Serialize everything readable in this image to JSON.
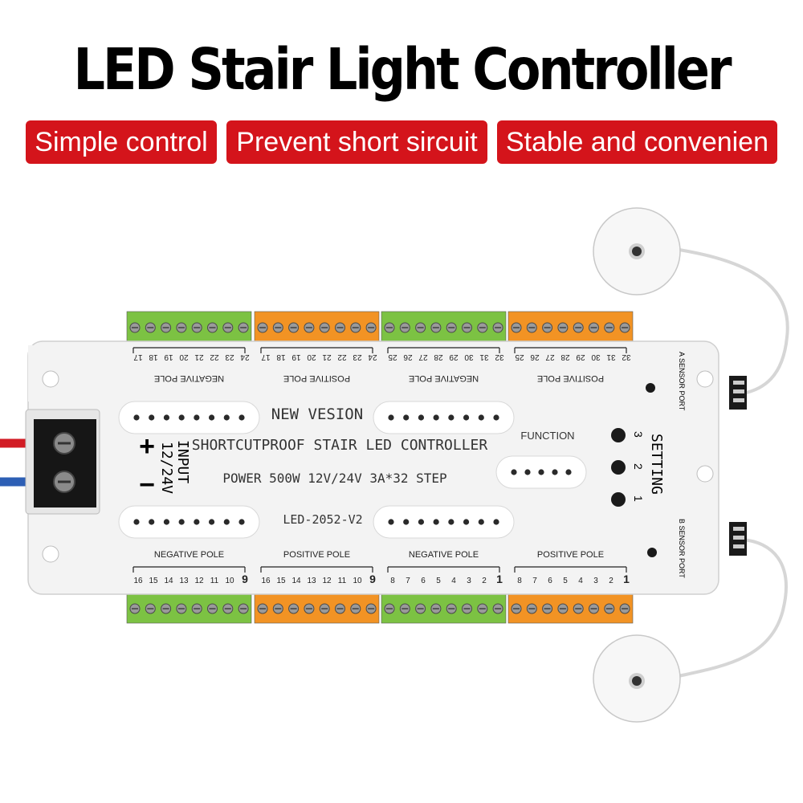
{
  "title": "LED Stair Light Controller",
  "badges": [
    "Simple control",
    "Prevent short sircuit",
    "Stable and convenien"
  ],
  "colors": {
    "badge": "#d4141b",
    "terminal_green": "#7cc243",
    "terminal_orange": "#f29324",
    "body": "#f4f4f4"
  },
  "device": {
    "new_version": "NEW VESION",
    "line1": "SHORTCUTPROOF STAIR LED CONTROLLER",
    "line2": "POWER 500W 12V/24V 3A*32 STEP",
    "model": "LED-2052-V2",
    "function": "FUNCTION",
    "setting": "SETTING",
    "btn_nums": [
      "3",
      "2",
      "1"
    ],
    "input_label": "INPUT",
    "input_voltage": "12/24V",
    "plus": "+",
    "minus": "−",
    "a_sensor": "A SENSOR PORT",
    "b_sensor": "B SENSOR PORT",
    "top_pole_labels": [
      "NEGATIVE POLE",
      "POSITIVE POLE",
      "NEGATIVE POLE",
      "POSITIVE POLE"
    ],
    "bottom_pole_labels": [
      "NEGATIVE POLE",
      "POSITIVE POLE",
      "NEGATIVE POLE",
      "POSITIVE POLE"
    ],
    "top_numbers": [
      [
        "17",
        "18",
        "19",
        "20",
        "21",
        "22",
        "23",
        "24"
      ],
      [
        "17",
        "18",
        "19",
        "20",
        "21",
        "22",
        "23",
        "24"
      ],
      [
        "25",
        "26",
        "27",
        "28",
        "29",
        "30",
        "31",
        "32"
      ],
      [
        "25",
        "26",
        "27",
        "28",
        "29",
        "30",
        "31",
        "32"
      ]
    ],
    "bottom_numbers": [
      [
        "16",
        "15",
        "14",
        "13",
        "12",
        "11",
        "10",
        "9"
      ],
      [
        "16",
        "15",
        "14",
        "13",
        "12",
        "11",
        "10",
        "9"
      ],
      [
        "8",
        "7",
        "6",
        "5",
        "4",
        "3",
        "2",
        "1"
      ],
      [
        "8",
        "7",
        "6",
        "5",
        "4",
        "3",
        "2",
        "1"
      ]
    ]
  }
}
